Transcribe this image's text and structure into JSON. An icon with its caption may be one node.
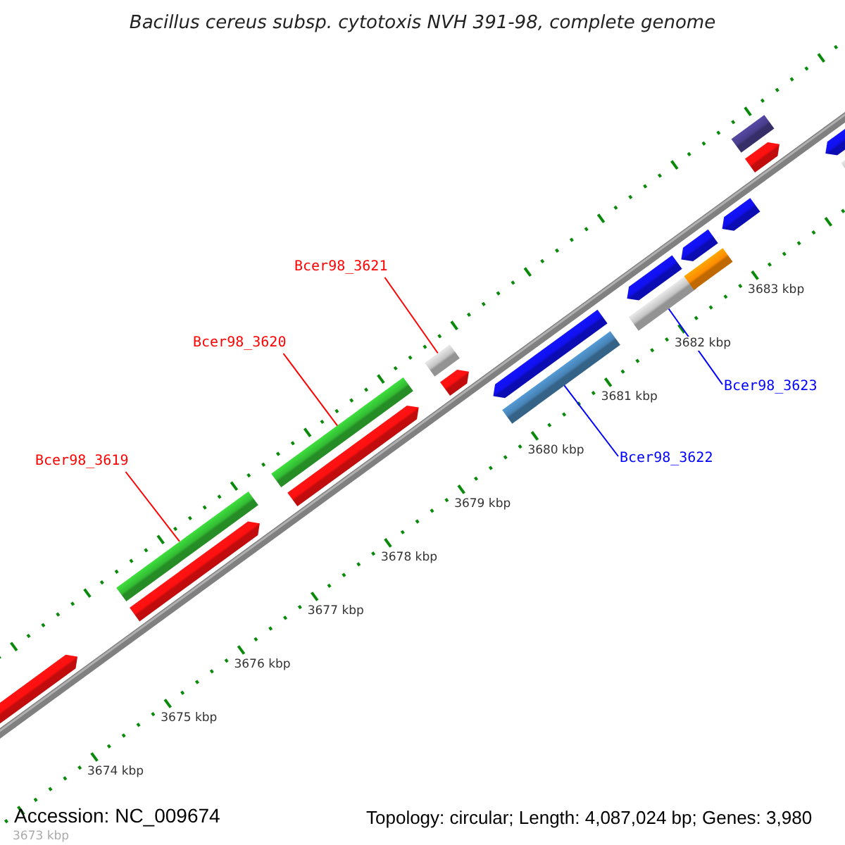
{
  "diagram": {
    "title": "Bacillus cereus subsp. cytotoxis NVH 391-98, complete genome",
    "nodes": [
      {
        "text": [
          "Bcer98_3619"
        ]
      },
      {
        "text": [
          "Bcer98_3620"
        ]
      },
      {
        "text": [
          "Bcer98_3621"
        ]
      },
      {
        "text": [
          "Bcer98_3622"
        ]
      },
      {
        "text": [
          "Bcer98_3623"
        ]
      },
      {
        "text": [],
        "shape": "bar"
      },
      {
        "text": [],
        "shape": "bar"
      },
      {
        "text": [],
        "shape": "bar"
      },
      {
        "text": [],
        "shape": "bar"
      },
      {
        "text": [],
        "shape": "bar"
      },
      {
        "text": [],
        "shape": "bar"
      },
      {
        "text": [],
        "shape": "bar"
      },
      {
        "text": [],
        "shape": "bar"
      },
      {
        "text": [],
        "shape": "bar"
      },
      {
        "text": [],
        "shape": "bar"
      },
      {
        "text": [],
        "shape": "bar"
      },
      {
        "text": [],
        "shape": "bar"
      },
      {
        "text": [],
        "shape": "bar"
      },
      {
        "text": [],
        "shape": "bar"
      },
      {
        "text": [],
        "shape": "bar"
      },
      {
        "text": [],
        "shape": "bar"
      },
      {
        "text": [],
        "shape": "bar"
      },
      {
        "text": [],
        "shape": "bar"
      }
    ],
    "edges": [
      {
        "from": 0,
        "to": 6,
        "arrow": "none"
      },
      {
        "from": 1,
        "to": 8,
        "arrow": "none"
      },
      {
        "from": 2,
        "to": 10,
        "arrow": "none"
      },
      {
        "from": 3,
        "to": 13,
        "arrow": "none",
        "color": "#0000ff"
      },
      {
        "from": 4,
        "to": 15,
        "arrow": "none",
        "color": "#0000ff"
      }
    ],
    "labels": [
      "3683 kbp",
      "3682 kbp",
      "3681 kbp",
      "3680 kbp",
      "3679 kbp",
      "3678 kbp",
      "3677 kbp",
      "3676 kbp",
      "3675 kbp",
      "3674 kbp",
      "Accession: NC_009674",
      "Topology: circular; Length: 4,087,024 bp; Genes: 3,980",
      "3673 kbp"
    ]
  }
}
